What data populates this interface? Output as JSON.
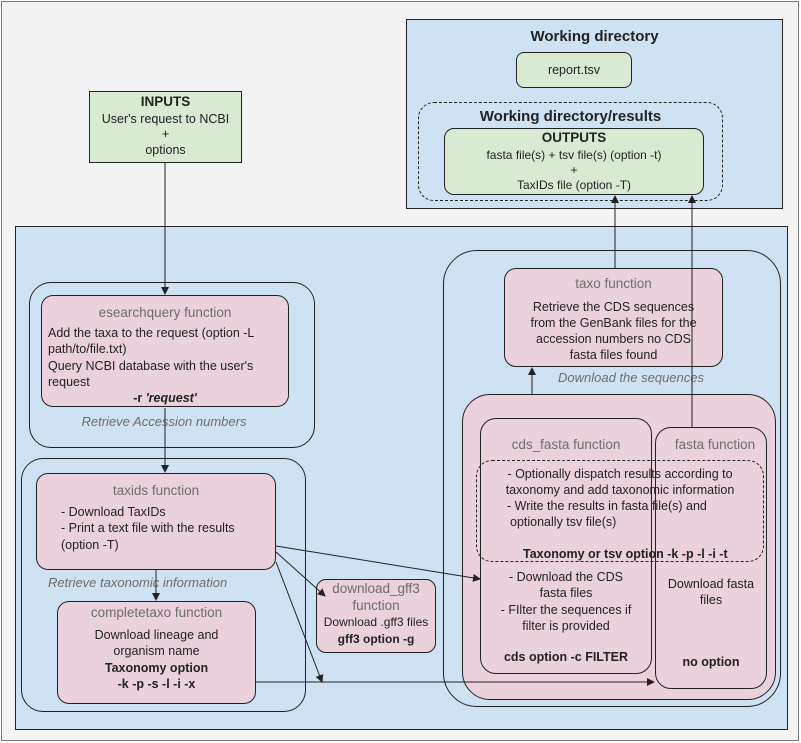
{
  "inputs": {
    "title": "INPUTS",
    "lines": [
      "User's request to NCBI",
      "+",
      "options"
    ]
  },
  "working_directory": {
    "title": "Working directory",
    "report": "report.tsv",
    "results_title": "Working directory/results",
    "outputs": {
      "title": "OUTPUTS",
      "lines": [
        "fasta file(s) + tsv file(s) (option -t)",
        "+",
        "TaxIDs file (option -T)"
      ]
    }
  },
  "esearchquery": {
    "title": "esearchquery function",
    "lines": [
      "Add the taxa to the request (option -L",
      "path/to/file.txt)",
      "Query NCBI database with the user's",
      "request"
    ],
    "option_prefix": "-r ",
    "option_value": "'request'",
    "caption": "Retrieve Accession numbers"
  },
  "taxids": {
    "title": "taxids function",
    "lines": [
      "- Download TaxIDs",
      "- Print a text file with the results",
      "(option -T)"
    ],
    "caption": "Retrieve taxonomic information"
  },
  "completetaxo": {
    "title": "completetaxo function",
    "lines": [
      "Download lineage and",
      "organism name"
    ],
    "option_lines": [
      "Taxonomy option",
      "-k -p -s -l -i -x"
    ]
  },
  "download_gff3": {
    "title_lines": [
      "download_gff3",
      "function"
    ],
    "line": "Download .gff3 files",
    "option": "gff3 option -g"
  },
  "taxo": {
    "title": "taxo function",
    "lines": [
      "Retrieve the CDS sequences",
      "from the GenBank files for the",
      "accession numbers no CDS",
      "fasta files found"
    ],
    "caption": "Download the sequences"
  },
  "cds_fasta": {
    "title": "cds_fasta function",
    "lines": [
      "- Download the CDS",
      "fasta files",
      "- FIlter the sequences if",
      "filter is provided"
    ],
    "option": "cds option -c FILTER"
  },
  "fasta": {
    "title": "fasta function",
    "lines": [
      "Download fasta",
      "files"
    ],
    "option": "no option"
  },
  "taxonomy_dispatch": {
    "lines": [
      "- Optionally dispatch results according to",
      "taxonomy and add taxonomic information",
      "- Write the results in fasta file(s) and",
      "optionally tsv file(s)"
    ],
    "option": "Taxonomy or tsv option -k -p -l -i -t"
  }
}
